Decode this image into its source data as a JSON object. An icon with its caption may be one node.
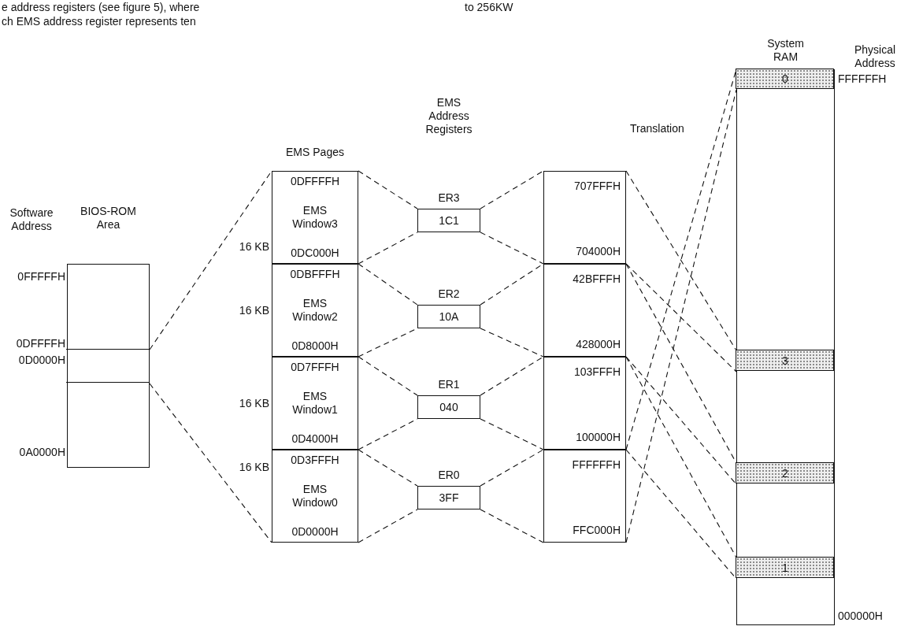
{
  "diagram": {
    "nodes": [
      {
        "text": [
          "BIOS-ROM Area"
        ]
      },
      {
        "text": [],
        "shape": "box",
        "in": 0
      },
      {
        "text": [
          "0DFFFFH",
          "EMS Window3",
          "0DC000H"
        ]
      },
      {
        "text": [
          "0DBFFFH",
          "EMS Window2",
          "0D8000H"
        ]
      },
      {
        "text": [
          "0D7FFFH",
          "EMS Window1",
          "0D4000H"
        ]
      },
      {
        "text": [
          "0D3FFFH",
          "EMS Window0",
          "0D0000H"
        ]
      },
      {
        "text": [
          "1C1"
        ],
        "beside": [
          "ER3"
        ]
      },
      {
        "text": [
          "10A"
        ],
        "beside": [
          "ER2"
        ]
      },
      {
        "text": [
          "040"
        ],
        "beside": [
          "ER1"
        ]
      },
      {
        "text": [
          "3FF"
        ],
        "beside": [
          "ER0"
        ]
      },
      {
        "text": [
          "707FFFH",
          "704000H"
        ]
      },
      {
        "text": [
          "42BFFFH",
          "428000H"
        ]
      },
      {
        "text": [
          "103FFFH",
          "100000H"
        ]
      },
      {
        "text": [
          "FFFFFFH",
          "FFC000H"
        ]
      },
      {
        "text": [
          "System RAM"
        ]
      },
      {
        "text": [
          "0"
        ],
        "in": 14
      },
      {
        "text": [
          "3"
        ],
        "in": 14
      },
      {
        "text": [
          "2"
        ],
        "in": 14
      },
      {
        "text": [
          "1"
        ],
        "in": 14
      }
    ],
    "edges": [
      {
        "from": 1,
        "to": 2,
        "arrow": "none",
        "style": "dashed"
      },
      {
        "from": 1,
        "to": 5,
        "arrow": "none",
        "style": "dashed"
      },
      {
        "from": 2,
        "to": 6,
        "arrow": "none",
        "style": "dashed"
      },
      {
        "from": 2,
        "to": 6,
        "arrow": "none",
        "style": "dashed"
      },
      {
        "from": 6,
        "to": 10,
        "arrow": "none",
        "style": "dashed"
      },
      {
        "from": 6,
        "to": 10,
        "arrow": "none",
        "style": "dashed"
      },
      {
        "from": 3,
        "to": 7,
        "arrow": "none",
        "style": "dashed"
      },
      {
        "from": 3,
        "to": 7,
        "arrow": "none",
        "style": "dashed"
      },
      {
        "from": 7,
        "to": 11,
        "arrow": "none",
        "style": "dashed"
      },
      {
        "from": 7,
        "to": 11,
        "arrow": "none",
        "style": "dashed"
      },
      {
        "from": 4,
        "to": 8,
        "arrow": "none",
        "style": "dashed"
      },
      {
        "from": 4,
        "to": 8,
        "arrow": "none",
        "style": "dashed"
      },
      {
        "from": 8,
        "to": 12,
        "arrow": "none",
        "style": "dashed"
      },
      {
        "from": 8,
        "to": 12,
        "arrow": "none",
        "style": "dashed"
      },
      {
        "from": 5,
        "to": 9,
        "arrow": "none",
        "style": "dashed"
      },
      {
        "from": 5,
        "to": 9,
        "arrow": "none",
        "style": "dashed"
      },
      {
        "from": 9,
        "to": 13,
        "arrow": "none",
        "style": "dashed"
      },
      {
        "from": 9,
        "to": 13,
        "arrow": "none",
        "style": "dashed"
      },
      {
        "from": 10,
        "to": 16,
        "arrow": "none",
        "style": "dashed"
      },
      {
        "from": 10,
        "to": 16,
        "arrow": "none",
        "style": "dashed"
      },
      {
        "from": 11,
        "to": 17,
        "arrow": "none",
        "style": "dashed"
      },
      {
        "from": 11,
        "to": 17,
        "arrow": "none",
        "style": "dashed"
      },
      {
        "from": 12,
        "to": 18,
        "arrow": "none",
        "style": "dashed"
      },
      {
        "from": 12,
        "to": 18,
        "arrow": "none",
        "style": "dashed"
      },
      {
        "from": 13,
        "to": 15,
        "arrow": "none",
        "style": "dashed"
      },
      {
        "from": 13,
        "to": 15,
        "arrow": "none",
        "style": "dashed"
      }
    ],
    "labels": [
      "e address registers (see figure 5), where",
      "to 256KW",
      "ch EMS address register represents ten",
      "Physical Address",
      "EMS Address Registers",
      "Translation",
      "EMS Pages",
      "Software Address",
      "16 KB",
      "0FFFFFH",
      "16 KB",
      "0DFFFFH",
      "0D0000H",
      "16 KB",
      "0A0000H",
      "16 KB",
      "FFFFFFH",
      "000000H"
    ]
  }
}
